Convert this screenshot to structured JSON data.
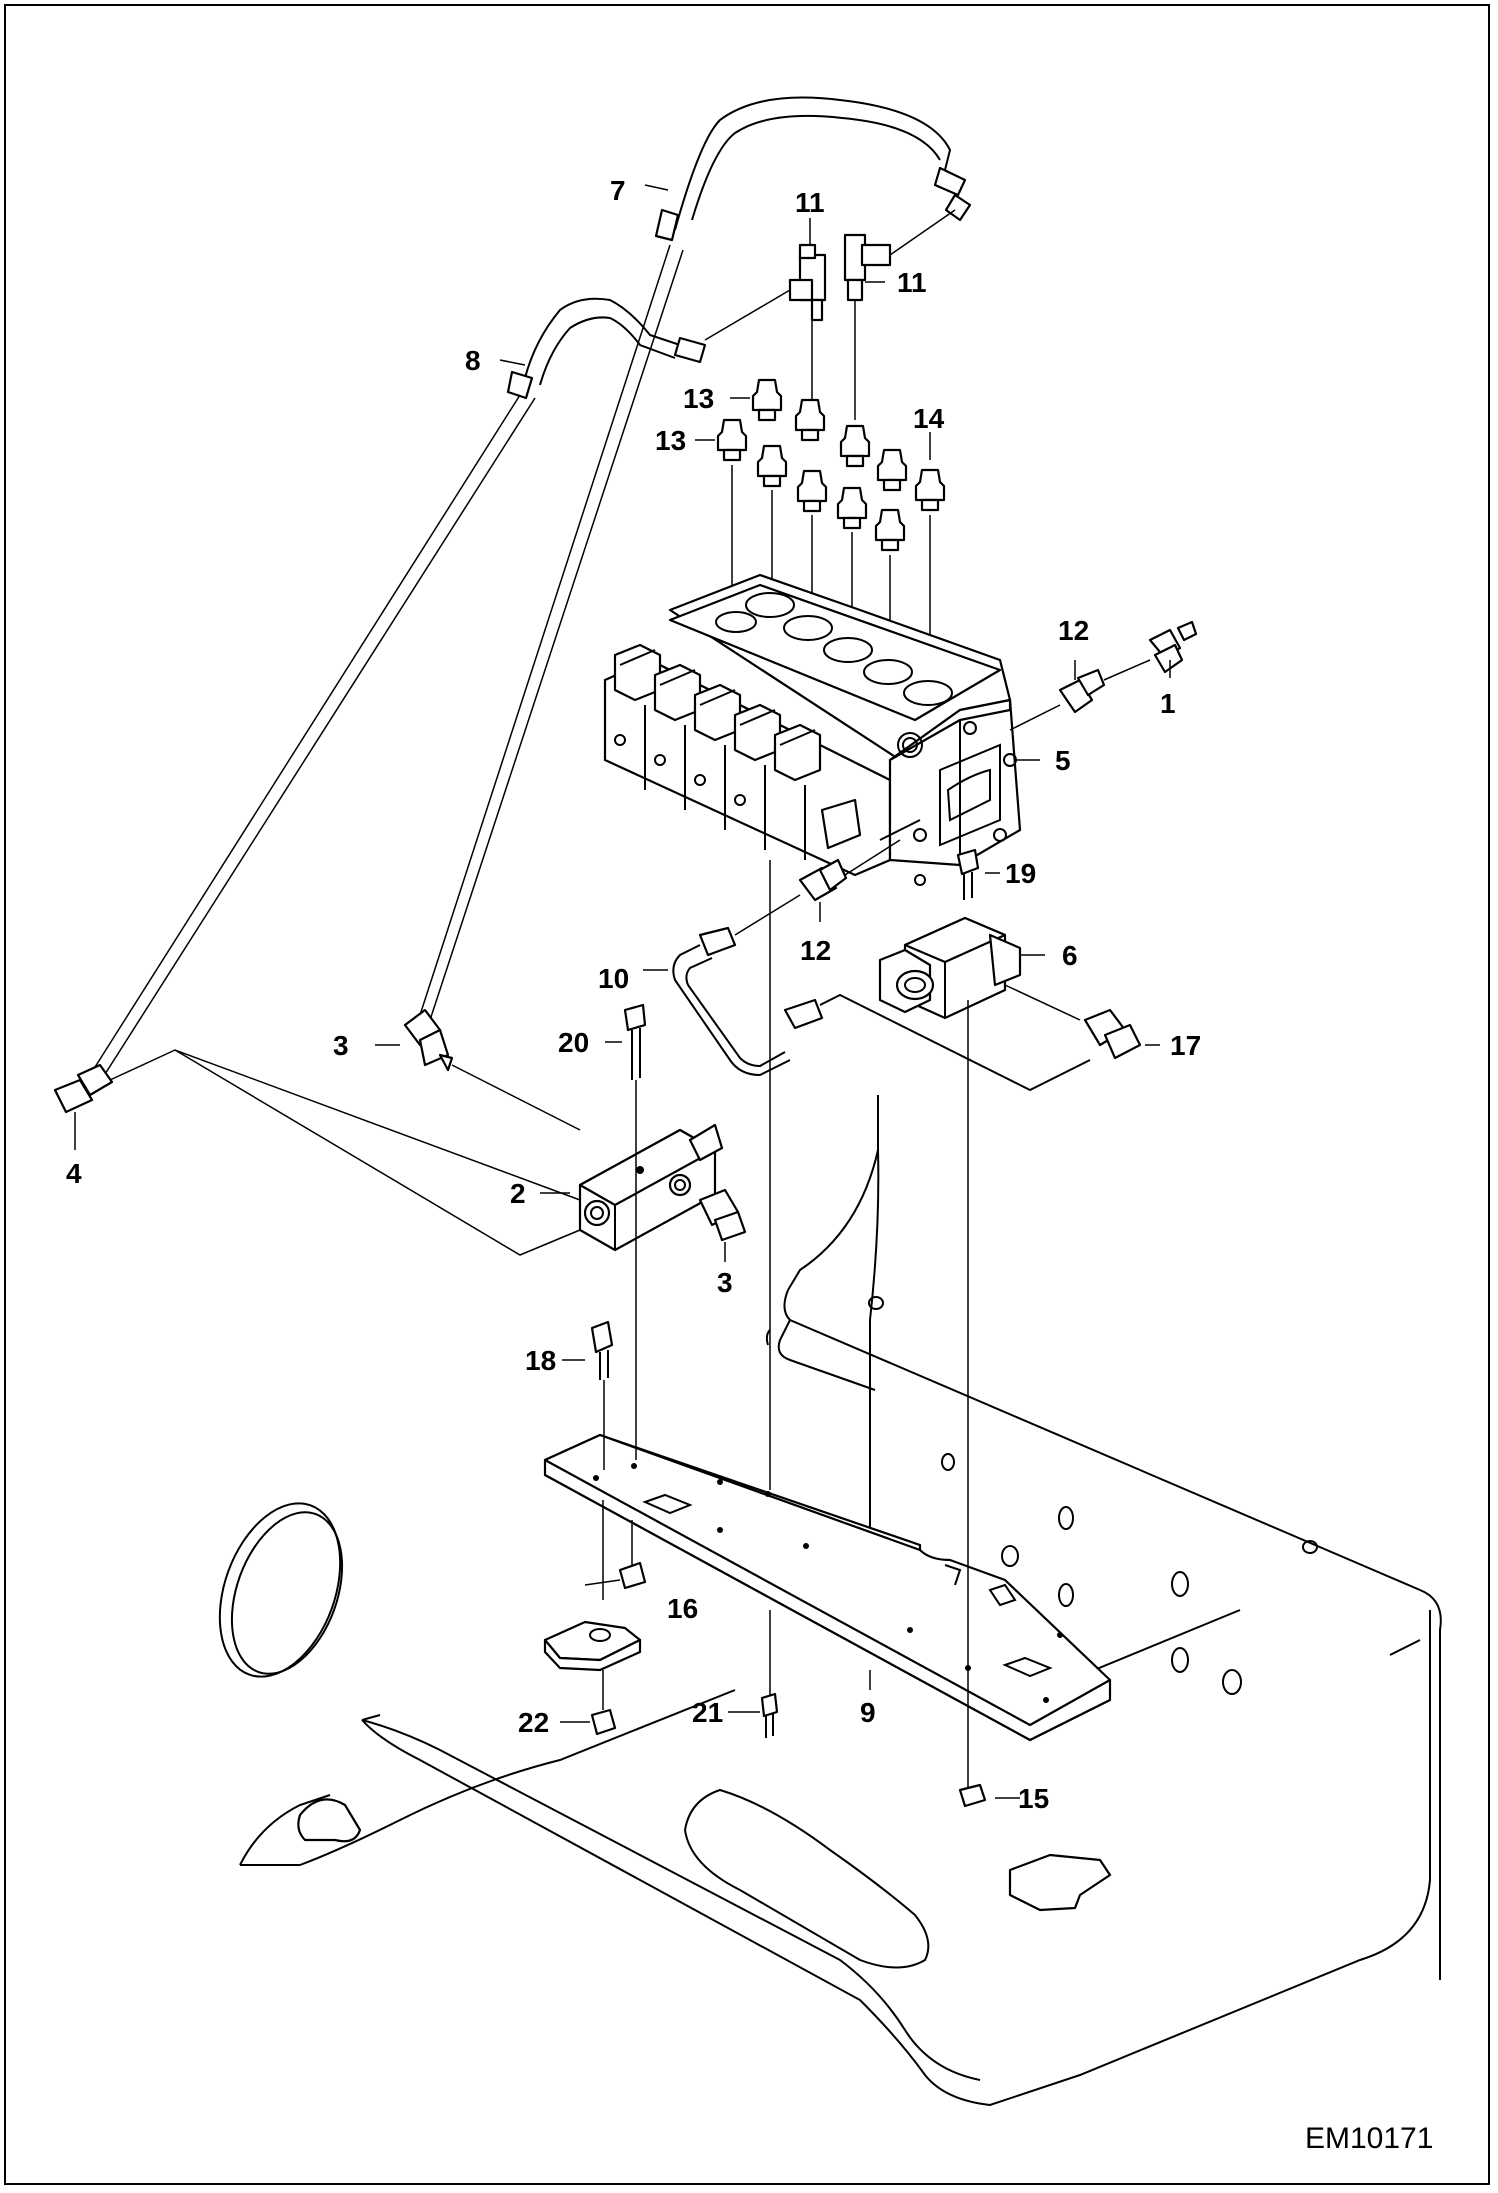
{
  "diagram": {
    "reference_code": "EM10171",
    "callouts": [
      {
        "id": "c1",
        "text": "1"
      },
      {
        "id": "c2",
        "text": "2"
      },
      {
        "id": "c3a",
        "text": "3"
      },
      {
        "id": "c3b",
        "text": "3"
      },
      {
        "id": "c4",
        "text": "4"
      },
      {
        "id": "c5",
        "text": "5"
      },
      {
        "id": "c6",
        "text": "6"
      },
      {
        "id": "c7",
        "text": "7"
      },
      {
        "id": "c8",
        "text": "8"
      },
      {
        "id": "c9",
        "text": "9"
      },
      {
        "id": "c10",
        "text": "10"
      },
      {
        "id": "c11a",
        "text": "11"
      },
      {
        "id": "c11b",
        "text": "11"
      },
      {
        "id": "c12a",
        "text": "12"
      },
      {
        "id": "c12b",
        "text": "12"
      },
      {
        "id": "c13a",
        "text": "13"
      },
      {
        "id": "c13b",
        "text": "13"
      },
      {
        "id": "c14",
        "text": "14"
      },
      {
        "id": "c15",
        "text": "15"
      },
      {
        "id": "c16",
        "text": "16"
      },
      {
        "id": "c17",
        "text": "17"
      },
      {
        "id": "c18",
        "text": "18"
      },
      {
        "id": "c19",
        "text": "19"
      },
      {
        "id": "c20",
        "text": "20"
      },
      {
        "id": "c21",
        "text": "21"
      },
      {
        "id": "c22",
        "text": "22"
      }
    ]
  }
}
